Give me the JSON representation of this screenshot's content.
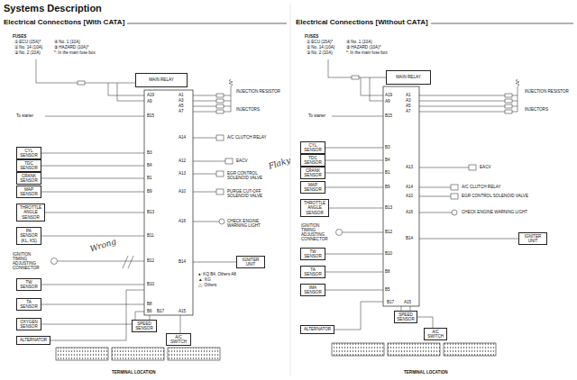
{
  "diagram": {
    "title": "Systems Description",
    "nodes": [
      {
        "text": [
          "MAIN RELAY"
        ]
      },
      {
        "text": [
          "CYL SENSOR"
        ]
      },
      {
        "text": [
          "TDC SENSOR"
        ]
      },
      {
        "text": [
          "CRANK SENSOR"
        ]
      },
      {
        "text": [
          "MAP SENSOR"
        ]
      },
      {
        "text": [
          "THROTTLE ANGLE SENSOR"
        ]
      },
      {
        "text": [
          "PA SENSOR (KL, KS)"
        ]
      },
      {
        "text": [
          "TW SENSOR"
        ]
      },
      {
        "text": [
          "TA SENSOR"
        ]
      },
      {
        "text": [
          "OXYGEN SENSOR"
        ]
      },
      {
        "text": [
          "ALTERNATOR"
        ]
      },
      {
        "text": [
          "IGNITER UNIT"
        ]
      },
      {
        "text": [
          "SPEED SENSOR"
        ]
      },
      {
        "text": [
          "A/C SWITCH"
        ]
      },
      {
        "text": [
          "MAIN RELAY"
        ]
      },
      {
        "text": [
          "CYL SENSOR"
        ]
      },
      {
        "text": [
          "TDC SENSOR"
        ]
      },
      {
        "text": [
          "CRANK SENSOR"
        ]
      },
      {
        "text": [
          "MAP SENSOR"
        ]
      },
      {
        "text": [
          "THROTTLE ANGLE SENSOR"
        ]
      },
      {
        "text": [
          "TW SENSOR"
        ]
      },
      {
        "text": [
          "TA SENSOR"
        ]
      },
      {
        "text": [
          "IMA SENSOR"
        ]
      },
      {
        "text": [
          "ALTERNATOR"
        ]
      },
      {
        "text": [
          "IGNITER UNIT"
        ]
      },
      {
        "text": [
          "SPEED SENSOR"
        ]
      },
      {
        "text": [
          "A/C SWITCH"
        ]
      }
    ],
    "labels": [
      "Electrical Connections [With CATA]",
      "FUSES",
      "① ECU (15A)*",
      "② No. 14 (10A)",
      "③ No. 2 (10A)",
      "④ No. 1 (10A)",
      "⑤ HAZARD (10A)*",
      "*: In the main fuse box",
      "INJECTION RESISTOR",
      "INJECTORS",
      "A/C CLUTCH RELAY",
      "EACV",
      "EGR CONTROL SOLENOID VALVE",
      "PURGE CUT-OFF SOLENOID VALVE",
      "CHECK ENGINE WARNING LIGHT",
      "Flaky",
      "IGNITION TIMING ADJUSTING CONNECTOR",
      "●: KQ B4, Others A8",
      "▲: KG",
      "△: Others",
      "Wrong",
      "TERMINAL LOCATION",
      "To starter",
      "A19",
      "A9",
      "B15",
      "B3",
      "B4",
      "B1",
      "B9",
      "B13",
      "B11",
      "B12",
      "B10",
      "B8",
      "B6",
      "A1",
      "A3",
      "A5",
      "A7",
      "A14",
      "A12",
      "A13",
      "A10",
      "A16",
      "B14",
      "B17",
      "A15",
      "Electrical Connections [Without CATA]",
      "FUSES",
      "① ECU (15A)*",
      "② No. 14 (10A)",
      "③ No. 2 (10A)",
      "④ No. 1 (10A)",
      "⑤ HAZARD (10A)*",
      "*: In the main fuse box",
      "INJECTION RESISTOR",
      "INJECTORS",
      "EACV",
      "A/C CLUTCH RELAY",
      "EGR CONTROL SOLENOID VALVE",
      "CHECK ENGINE WARNING LIGHT",
      "IGNITION TIMING ADJUSTING CONNECTOR",
      "TERMINAL LOCATION",
      "To starter",
      "A19",
      "A9",
      "B15",
      "B3",
      "B4",
      "B1",
      "B9",
      "B13",
      "B12",
      "B10",
      "B8",
      "B5",
      "A1",
      "A3",
      "A5",
      "A7",
      "A13",
      "A14",
      "A10",
      "A16",
      "B14",
      "B17",
      "A15"
    ]
  }
}
